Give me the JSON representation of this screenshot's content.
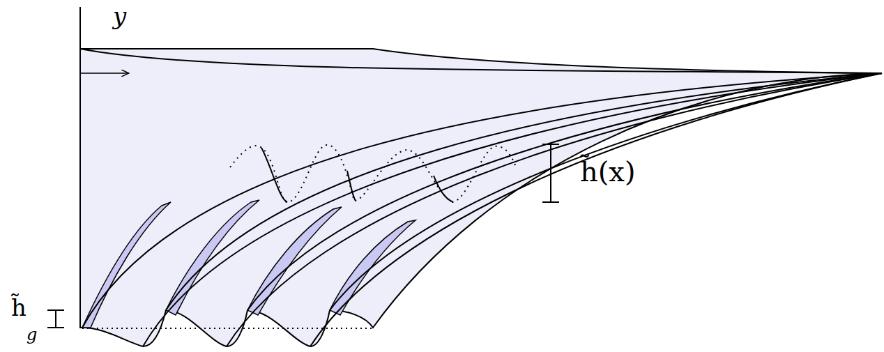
{
  "diagram": {
    "labels": [
      "y",
      "h̃(x)",
      "h̃",
      "g"
    ]
  }
}
